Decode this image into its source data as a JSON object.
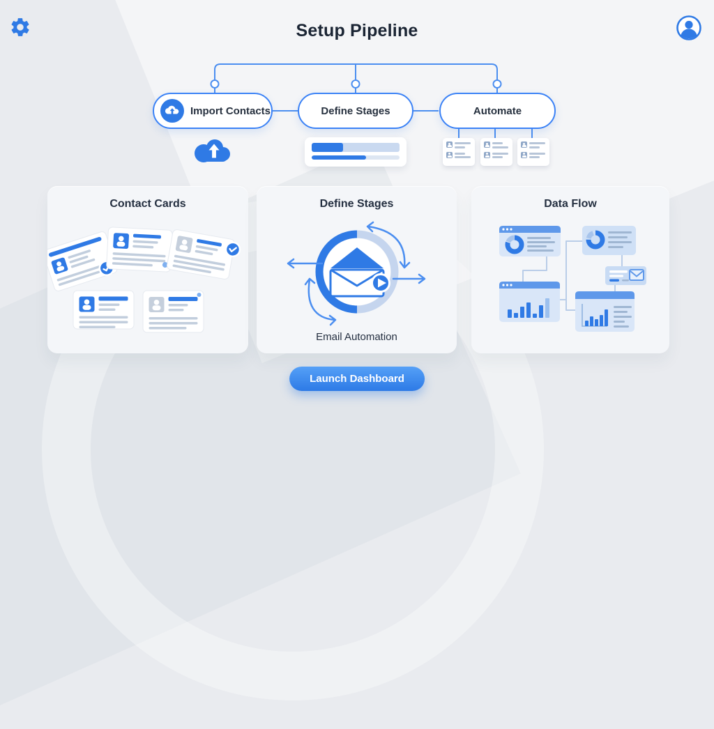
{
  "app": {
    "title": "Setup Pipeline"
  },
  "header": {
    "settings_icon": "gear-icon",
    "profile_icon": "user-avatar-icon"
  },
  "pipeline": {
    "nodes": [
      {
        "label": "Import Contacts",
        "icon": "cloud-upload-icon"
      },
      {
        "label": "Define Stages"
      },
      {
        "label": "Automate"
      }
    ]
  },
  "sections": [
    {
      "title": "Contact Cards"
    },
    {
      "title": "Define Stages",
      "caption": "Email Automation"
    },
    {
      "title": "Data Flow"
    }
  ],
  "footer": {
    "launch_button": "Launch Dashboard"
  },
  "colors": {
    "accent": "#2f7ae5",
    "accent_light": "#5b9bf8",
    "ring_track": "#c5d5ee",
    "card_bg": "#f4f6f9",
    "page_bg": "#e9ebef",
    "title_text": "#1b2534"
  },
  "illustrations": {
    "progress_bars_pct": [
      36,
      62
    ],
    "dataflow_bars_left": [
      12,
      7,
      16,
      22,
      6,
      18,
      28
    ],
    "dataflow_bars_right": [
      8,
      14,
      10,
      16,
      24
    ]
  }
}
